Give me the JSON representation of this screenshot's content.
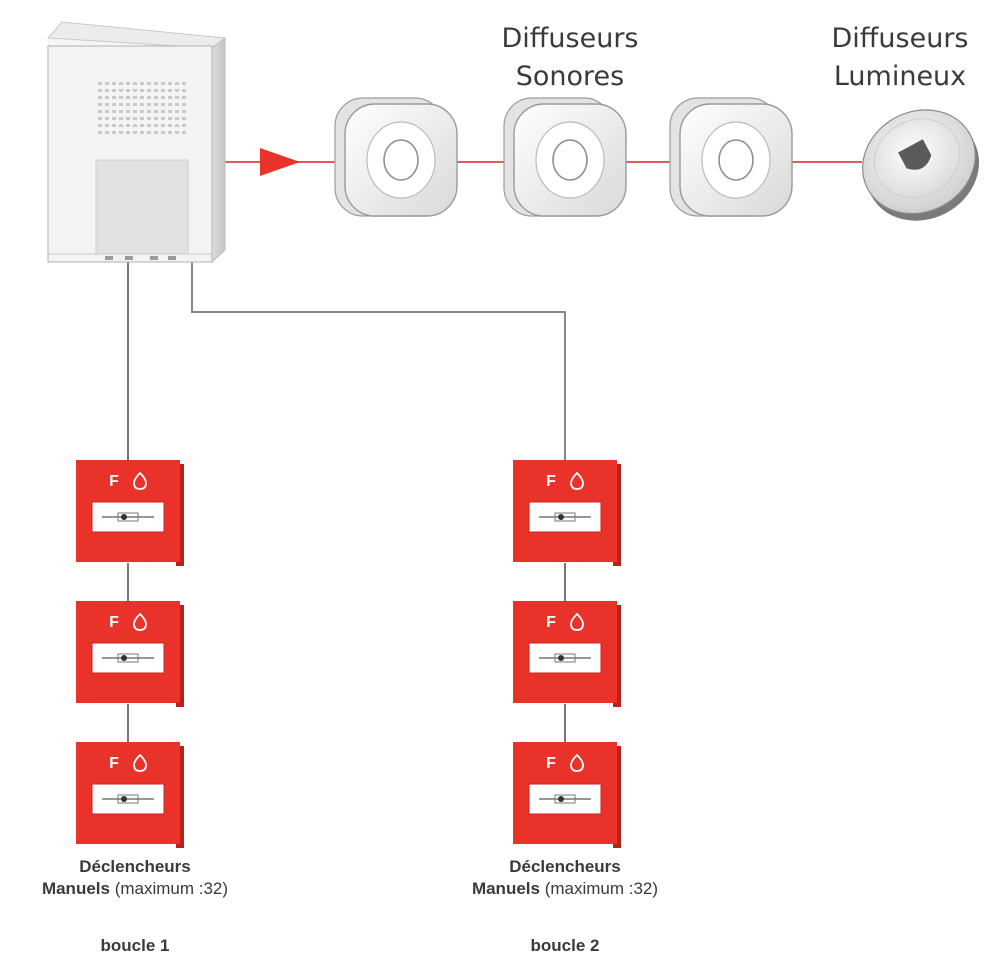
{
  "labels": {
    "sound_title": [
      "Diffuseurs",
      "Sonores"
    ],
    "light_title": [
      "Diffuseurs",
      "Lumineux"
    ],
    "loop1": {
      "bold1": "Déclencheurs",
      "bold2": "Manuels",
      "note": "(maximum :32)",
      "name": "boucle 1"
    },
    "loop2": {
      "bold1": "Déclencheurs",
      "bold2": "Manuels",
      "note": "(maximum :32)",
      "name": "boucle 2"
    },
    "callpoint_text": "F"
  },
  "colors": {
    "alarm_red": "#e8322a",
    "wire_red": "#e25b57",
    "wire_gray": "#777777",
    "panel": "#f4f4f4"
  },
  "icons": [
    "fire-alarm-panel",
    "sounder-icon",
    "beacon-icon",
    "manual-call-point-icon",
    "flame-icon"
  ]
}
